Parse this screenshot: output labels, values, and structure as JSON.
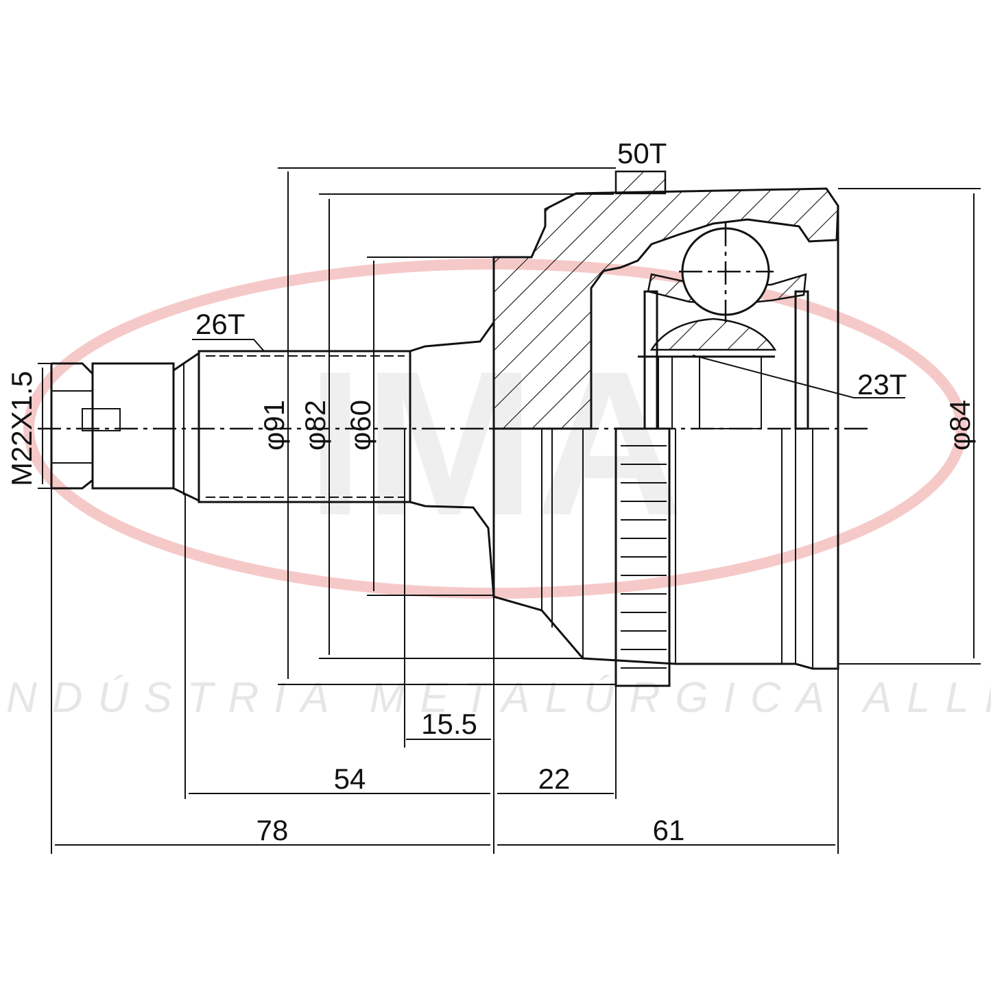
{
  "watermark": {
    "logo_text": "IMA",
    "company_text": "INDÚSTRIA METALÚRGICA ALLI",
    "ring_color": "#f6c9c9"
  },
  "labels": {
    "spline_outer_teeth": "50T",
    "spline_shaft_teeth": "26T",
    "spline_inner_teeth": "23T",
    "thread": "M22X1.5",
    "dia_91": "φ91",
    "dia_82": "φ82",
    "dia_60": "φ60",
    "dia_84": "φ84"
  },
  "dimensions": {
    "d_15_5": "15.5",
    "d_54": "54",
    "d_22": "22",
    "d_78": "78",
    "d_61": "61"
  }
}
